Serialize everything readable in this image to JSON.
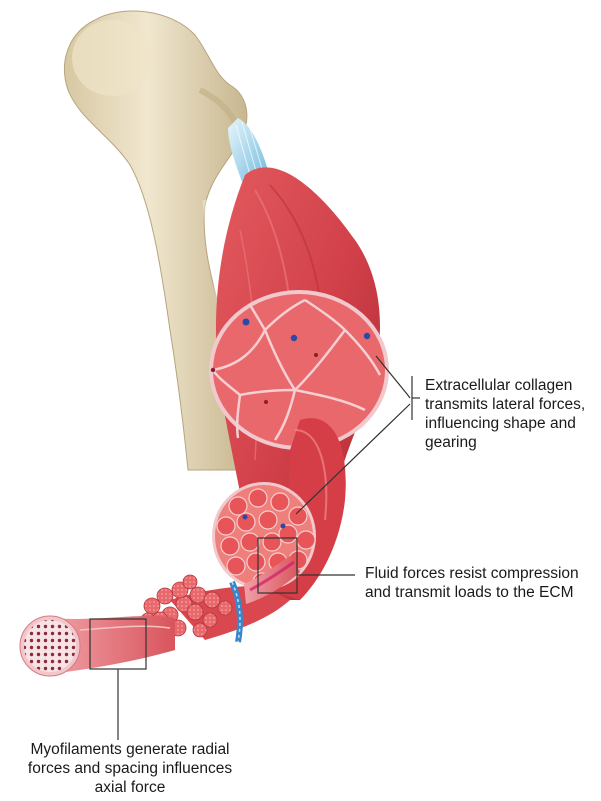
{
  "labels": {
    "collagen": {
      "lines": [
        "Extracellular collagen",
        "transmits lateral forces,",
        "influencing shape and",
        "gearing"
      ]
    },
    "fluid": {
      "lines": [
        "Fluid forces resist compression",
        "and transmit loads to the ECM"
      ]
    },
    "myofilaments": {
      "lines": [
        "Myofilaments generate radial",
        "forces and spacing influences",
        "axial force"
      ]
    }
  },
  "colors": {
    "bone": "#e8dcc0",
    "bone_shade": "#c9b993",
    "tendon": "#a9d8ee",
    "muscle": "#d9484f",
    "muscle_dark": "#a8262e",
    "muscle_light": "#ee8a86",
    "fascicle_fill": "#ef7f79",
    "ecm_line": "#f6cfd2",
    "nucleus": "#2a4aa8",
    "blue_band": "#3a86c8",
    "myofibril_pink": "#f2a7ad",
    "leader_line": "#333333"
  }
}
